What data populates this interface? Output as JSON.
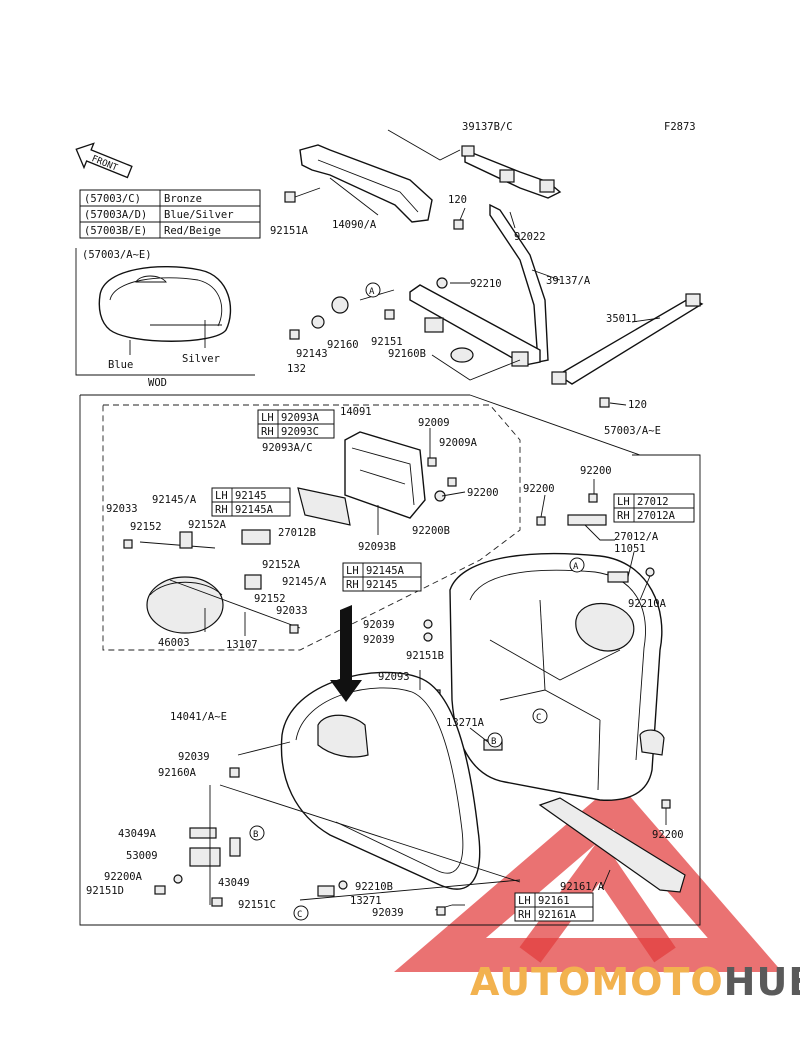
{
  "figure_code": "F2873",
  "front_label": "FRONT",
  "color_table": [
    {
      "code": "(57003/C)",
      "color": "Bronze"
    },
    {
      "code": "(57003A/D)",
      "color": "Blue/Silver"
    },
    {
      "code": "(57003B/E)",
      "color": "Red/Beige"
    }
  ],
  "inset": {
    "title": "(57003/A~E)",
    "blue": "Blue",
    "silver": "Silver",
    "caption": "WOD"
  },
  "side_tables": [
    {
      "rows": [
        [
          "LH",
          "92093A"
        ],
        [
          "RH",
          "92093C"
        ]
      ]
    },
    {
      "rows": [
        [
          "LH",
          "92145"
        ],
        [
          "RH",
          "92145A"
        ]
      ]
    },
    {
      "rows": [
        [
          "LH",
          "92145A"
        ],
        [
          "RH",
          "92145"
        ]
      ]
    },
    {
      "rows": [
        [
          "LH",
          "27012"
        ],
        [
          "RH",
          "27012A"
        ]
      ]
    },
    {
      "rows": [
        [
          "LH",
          "92161"
        ],
        [
          "RH",
          "92161A"
        ]
      ]
    }
  ],
  "callouts": [
    "A",
    "A",
    "B",
    "B",
    "C",
    "C"
  ],
  "labels": [
    "39137B/C",
    "14090/A",
    "92151A",
    "120",
    "92022",
    "92210",
    "39137/A",
    "35011",
    "92160",
    "92151",
    "92160B",
    "92143",
    "132",
    "120",
    "57003/A~E",
    "14091",
    "92009",
    "92009A",
    "92093A/C",
    "92200",
    "92200B",
    "92093B",
    "92200",
    "92200",
    "27012/A",
    "11051",
    "92210A",
    "92033",
    "92145/A",
    "92152",
    "92152A",
    "27012B",
    "92152A",
    "92145/A",
    "92152",
    "92033",
    "46003",
    "13107",
    "92039",
    "92039",
    "92151B",
    "92093",
    "14041/A~E",
    "13271A",
    "92039",
    "92160A",
    "92200",
    "92161/A",
    "43049A",
    "53009",
    "43049",
    "92200A",
    "92151D",
    "92151C",
    "92210B",
    "13271",
    "92039"
  ],
  "brand": {
    "part1": "AUTOMOTO",
    "part2": "HUB"
  },
  "colors": {
    "watermark_red": "#e23b3b",
    "brand_orange": "#f2b24f",
    "brand_gray": "#5a5a5a"
  }
}
